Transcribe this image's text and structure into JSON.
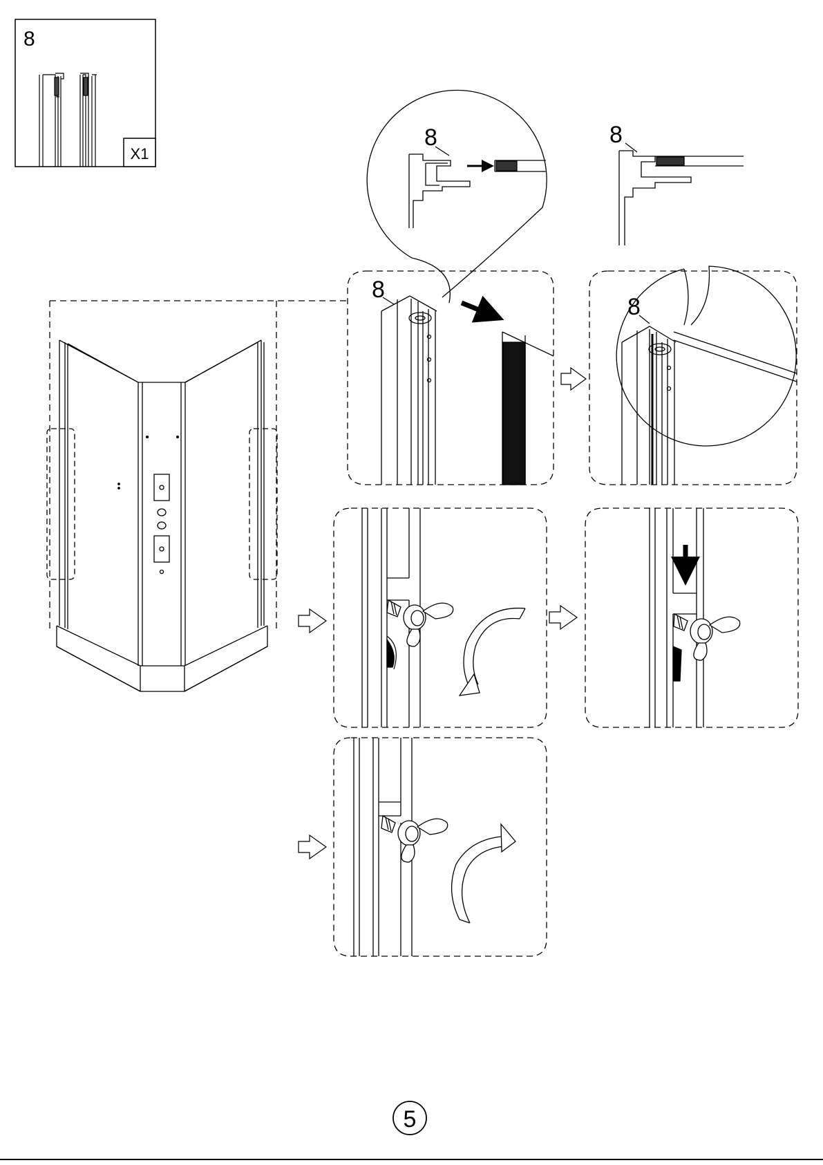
{
  "part_box": {
    "part_number": "8",
    "quantity": "X1"
  },
  "callouts": {
    "zoom_left": "8",
    "zoom_right": "8",
    "step1": "8",
    "step2": "8"
  },
  "page_number": "5",
  "colors": {
    "line": "#000000",
    "background": "#ffffff"
  }
}
